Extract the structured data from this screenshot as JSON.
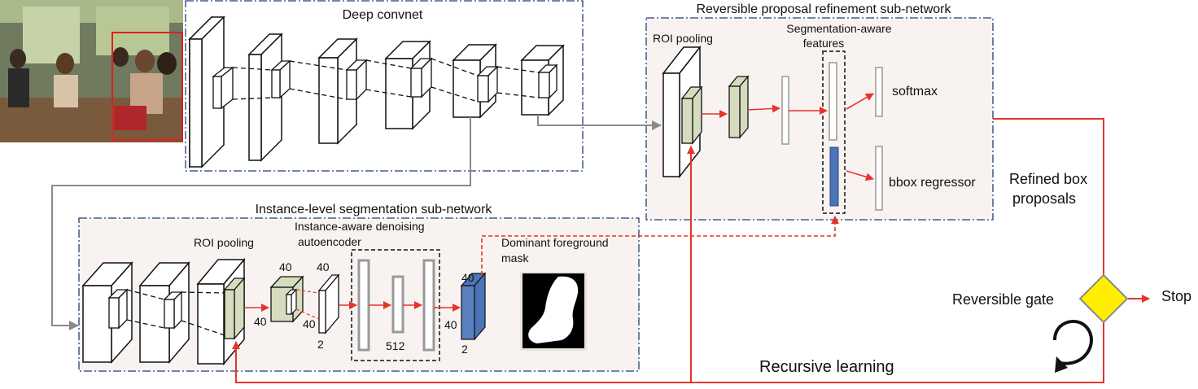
{
  "labels": {
    "deep_convnet": "Deep convnet",
    "reversible_refinement": "Reversible proposal refinement sub-network",
    "roi_pooling_top": "ROI pooling",
    "segmentation_aware_line1": "Segmentation-aware",
    "segmentation_aware_line2": "features",
    "softmax": "softmax",
    "bbox_regressor": "bbox regressor",
    "refined_line1": "Refined box",
    "refined_line2": "proposals",
    "instance_level": "Instance-level segmentation sub-network",
    "roi_pooling_bottom": "ROI pooling",
    "denoising_line1": "Instance-aware denoising",
    "denoising_line2": "autoencoder",
    "dominant_line1": "Dominant foreground",
    "dominant_line2": "mask",
    "reversible_gate": "Reversible gate",
    "stop": "Stop",
    "recursive_learning": "Recursive learning"
  },
  "dims": {
    "green_top": "40",
    "green_left": "40",
    "thin_top": "40",
    "thin_right": "40",
    "thin_bottom": "2",
    "ae_bottom": "512",
    "blue_top": "40",
    "blue_left": "40",
    "blue_bottom": "2"
  },
  "colors": {
    "frame": "#1f3f7a",
    "arrow_red": "#e8332a",
    "arrow_gray": "#8a8a8a",
    "panel_fill": "#f8f3f1",
    "feature_green": "#d6ddbf",
    "feature_blue": "#4c74b8",
    "gate_yellow": "#ffee00"
  }
}
